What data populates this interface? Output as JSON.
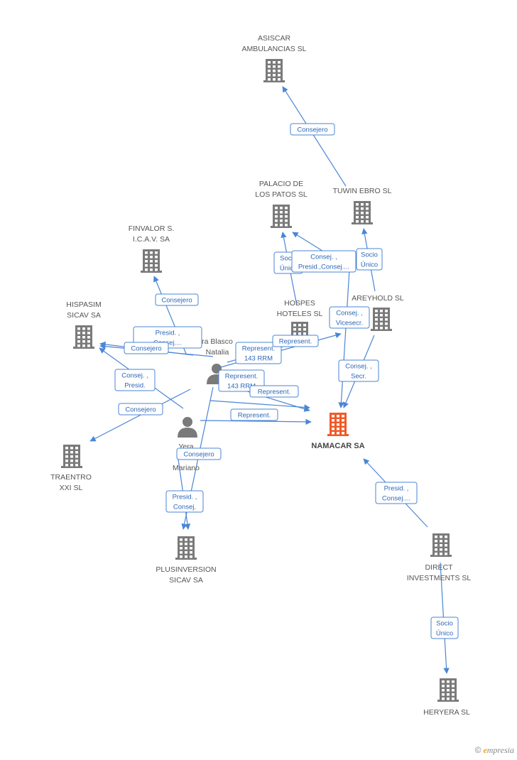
{
  "colors": {
    "edge": "#4a86d6",
    "company": "#7a7a7a",
    "main_company": "#f05a28",
    "person": "#7a7a7a"
  },
  "nodes": [
    {
      "id": "asiscar",
      "type": "company",
      "label": [
        "ASISCAR",
        "AMBULANCIAS SL"
      ]
    },
    {
      "id": "tuwin",
      "type": "company",
      "label": [
        "TUWIN EBRO SL"
      ]
    },
    {
      "id": "palacio",
      "type": "company",
      "label": [
        "PALACIO DE",
        "LOS PATOS SL"
      ]
    },
    {
      "id": "finvalor",
      "type": "company",
      "label": [
        "FINVALOR S.",
        "I.C.A.V. SA"
      ]
    },
    {
      "id": "hispasim",
      "type": "company",
      "label": [
        "HISPASIM",
        "SICAV SA"
      ]
    },
    {
      "id": "hospes",
      "type": "company",
      "label": [
        "HOSPES",
        "HOTELES SL"
      ]
    },
    {
      "id": "areyhold",
      "type": "company",
      "label": [
        "AREYHOLD  SL"
      ]
    },
    {
      "id": "natalia",
      "type": "person",
      "label": [
        "ra Blasco",
        "Natalia"
      ]
    },
    {
      "id": "namacar",
      "type": "main",
      "label": [
        "NAMACAR SA"
      ]
    },
    {
      "id": "mariano",
      "type": "person",
      "label": [
        "Yera",
        "M",
        "Mariano"
      ]
    },
    {
      "id": "traentro",
      "type": "company",
      "label": [
        "TRAENTRO",
        "XXI SL"
      ]
    },
    {
      "id": "plusinversion",
      "type": "company",
      "label": [
        "PLUSINVERSION",
        "SICAV SA"
      ]
    },
    {
      "id": "direct",
      "type": "company",
      "label": [
        "DIRECT",
        "INVESTMENTS SL"
      ]
    },
    {
      "id": "heryera",
      "type": "company",
      "label": [
        "HERYERA  SL"
      ]
    }
  ],
  "edges": [
    {
      "from": "tuwin",
      "to": "asiscar",
      "label": [
        "Consejero"
      ]
    },
    {
      "from": "hospes",
      "to": "palacio",
      "label": [
        "Socio",
        "Único"
      ]
    },
    {
      "from": "hospes",
      "to": "palacio",
      "label": [
        "Consej. ,",
        "Presid.,Consej...."
      ]
    },
    {
      "from": "areyhold",
      "to": "tuwin",
      "label": [
        "Socio",
        "Único"
      ]
    },
    {
      "from": "natalia",
      "to": "finvalor",
      "label": [
        "Consejero"
      ]
    },
    {
      "from": "natalia",
      "to": "hispasim",
      "label": [
        "Presid. ,",
        "Consej...."
      ]
    },
    {
      "from": "natalia",
      "to": "hispasim",
      "label": [
        "Consejero"
      ]
    },
    {
      "from": "mariano",
      "to": "hispasim",
      "label": [
        "Consej. ,",
        "Presid."
      ]
    },
    {
      "from": "mariano",
      "to": "traentro",
      "label": [
        "Consejero"
      ]
    },
    {
      "from": "natalia",
      "to": "hospes",
      "label": [
        "Represent.",
        "143 RRM"
      ]
    },
    {
      "from": "mariano",
      "to": "hospes",
      "label": [
        "Represent."
      ]
    },
    {
      "from": "tuwin",
      "to": "namacar",
      "label": [
        "Consej. ,",
        "Vicesecr."
      ]
    },
    {
      "from": "areyhold",
      "to": "namacar",
      "label": [
        "Consej. ,",
        "Secr."
      ]
    },
    {
      "from": "natalia",
      "to": "namacar",
      "label": [
        "Represent.",
        "143 RRM"
      ]
    },
    {
      "from": "natalia",
      "to": "namacar",
      "label": [
        "Represent."
      ]
    },
    {
      "from": "mariano",
      "to": "namacar",
      "label": [
        "Represent."
      ]
    },
    {
      "from": "natalia",
      "to": "plusinversion",
      "label": [
        "Consejero"
      ]
    },
    {
      "from": "mariano",
      "to": "plusinversion",
      "label": [
        "Presid. ,",
        "Consej."
      ]
    },
    {
      "from": "direct",
      "to": "namacar",
      "label": [
        "Presid. ,",
        "Consej...."
      ]
    },
    {
      "from": "direct",
      "to": "heryera",
      "label": [
        "Socio",
        "Único"
      ]
    }
  ],
  "watermark": {
    "copyright": "©",
    "brand_initial": "e",
    "brand_rest": "mpresia"
  }
}
